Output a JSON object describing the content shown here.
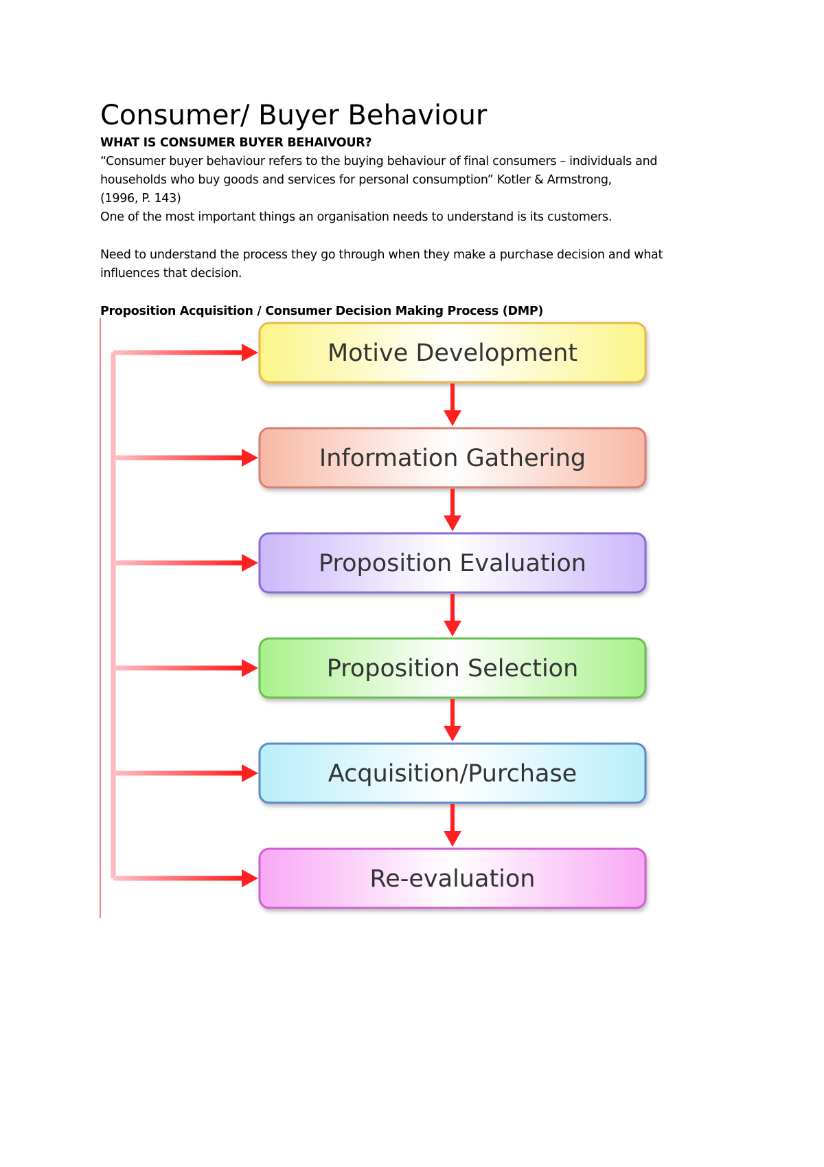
{
  "title": "Consumer/ Buyer Behaviour",
  "heading": "WHAT IS CONSUMER BUYER BEHAIVOUR?",
  "quote_line1": "“Consumer buyer behaviour refers to the buying behaviour of final consumers – individuals and",
  "quote_line2": "households who buy goods and services for personal consumption” Kotler & Armstrong,",
  "quote_line3": "(1996, P. 143)",
  "line4": "One of the most important things an organisation needs to understand is its customers.",
  "para2_line1": "Need to understand the process they go through when they make a purchase decision and what",
  "para2_line2": "influences that decision.",
  "diagram_heading": "Proposition Acquisition / Consumer Decision Making Process (DMP)",
  "steps": [
    {
      "label": "Motive Development",
      "fill": "#fbf58a",
      "edge": "#e8b84a"
    },
    {
      "label": "Information Gathering",
      "fill": "#f8b8a4",
      "edge": "#d98070"
    },
    {
      "label": "Proposition Evaluation",
      "fill": "#cbb8fa",
      "edge": "#8a6ad8"
    },
    {
      "label": "Proposition Selection",
      "fill": "#a8f08a",
      "edge": "#66c050"
    },
    {
      "label": "Acquisition/Purchase",
      "fill": "#b8eefa",
      "edge": "#5a8ad0"
    },
    {
      "label": "Re-evaluation",
      "fill": "#f8a8f4",
      "edge": "#d060d0"
    }
  ],
  "arrow_color": "#ff2020"
}
